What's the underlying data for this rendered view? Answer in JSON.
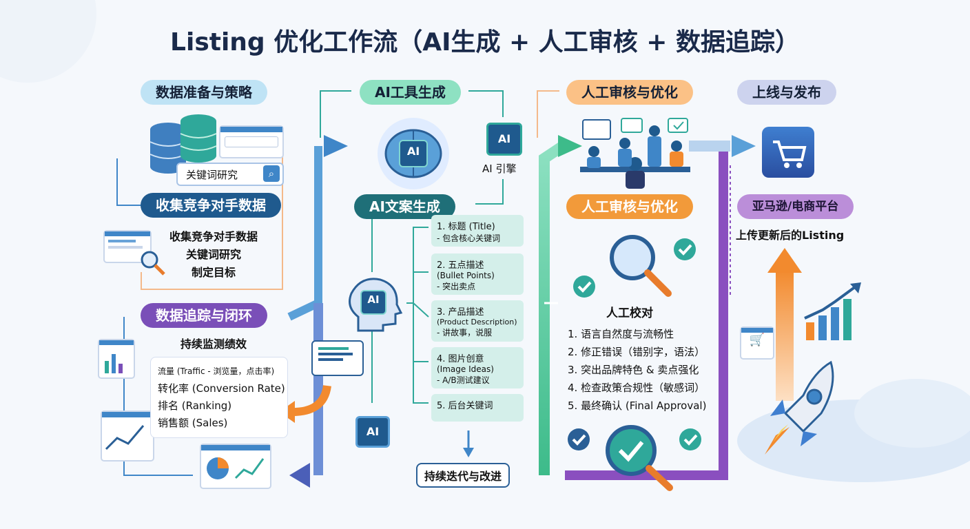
{
  "title": "Listing 优化工作流（AI生成 + 人工审核 + 数据追踪）",
  "col1": {
    "header": "数据准备与策略",
    "search_label": "关键词研究",
    "subheader": "收集竞争对手数据",
    "list": [
      "收集竞争对手数据",
      "关键词研究",
      "制定目标"
    ],
    "tracking_header": "数据追踪与闭环",
    "tracking_sub": "持续监测绩效",
    "metrics": [
      "流量 (Traffic - 浏览量，点击率)",
      "转化率 (Conversion Rate)",
      "排名 (Ranking)",
      "销售额 (Sales)"
    ]
  },
  "col2": {
    "header": "AI工具生成",
    "engine_label": "AI 引擎",
    "subheader": "AI文案生成",
    "chip_label": "AI",
    "steps": [
      {
        "title": "1. 标题 (Title)",
        "lines": [
          "- 包含核心关键词"
        ]
      },
      {
        "title": "2. 五点描述",
        "lines": [
          "(Bullet Points)",
          "- 突出卖点"
        ]
      },
      {
        "title": "3. 产品描述",
        "lines": [
          "(Product Description)",
          "- 讲故事，说服"
        ]
      },
      {
        "title": "4. 图片创意",
        "lines": [
          "(Image Ideas)",
          "- A/B测试建议"
        ]
      },
      {
        "title": "5. 后台关键词",
        "lines": []
      }
    ],
    "iterate_label": "持续迭代与改进"
  },
  "col3": {
    "header": "人工审核与优化",
    "subheader": "人工审核与优化",
    "proof_title": "人工校对",
    "checks": [
      "1. 语言自然度与流畅性",
      "2. 修正错误（错别字，语法）",
      "3. 突出品牌特色 & 卖点强化",
      "4. 检查政策合规性（敏感词）",
      "5. 最终确认 (Final Approval)"
    ]
  },
  "col4": {
    "header": "上线与发布",
    "platform": "亚马逊/电商平台",
    "upload": "上传更新后的Listing"
  },
  "colors": {
    "blue": "#3f86c8",
    "teal": "#2fa89a",
    "green": "#3dbb8a",
    "purple": "#7a4fb8",
    "orange": "#f28a2e",
    "navy": "#1f5a8e"
  }
}
